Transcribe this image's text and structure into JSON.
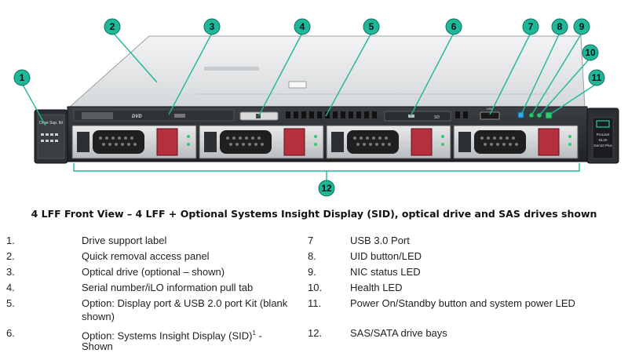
{
  "caption": "4 LFF Front View – 4 LFF + Optional Systems Insight Display (SID), optical drive and SAS drives shown",
  "callouts": [
    "1",
    "2",
    "3",
    "4",
    "5",
    "6",
    "7",
    "8",
    "9",
    "10",
    "11",
    "12"
  ],
  "panel_text": {
    "drive_support": "Drive Sup. lbl",
    "optical_a": "DVD",
    "optical_b": "DVD",
    "usb": "USB",
    "display_port": "SD",
    "sid_a": "ProLiant",
    "sid_b": "DL20",
    "sid_c": "Gen10 Plus"
  },
  "legend": {
    "left": [
      {
        "num": "1.",
        "text": "Drive support label"
      },
      {
        "num": "2.",
        "text": "Quick removal access panel"
      },
      {
        "num": "3.",
        "text": "Optical drive (optional – shown)"
      },
      {
        "num": "4.",
        "text": "Serial number/iLO information pull tab"
      },
      {
        "num": "5.",
        "text": "Option: Display port & USB 2.0 port Kit (blank",
        "text2": "shown)"
      },
      {
        "num": "6.",
        "text": "Option: Systems Insight Display (SID)",
        "sup": "1",
        "text_tail": " -",
        "text2": "Shown"
      }
    ],
    "right": [
      {
        "num": "7",
        "text": "USB 3.0 Port"
      },
      {
        "num": "8.",
        "text": "UID button/LED"
      },
      {
        "num": "9.",
        "text": "NIC status LED"
      },
      {
        "num": "10.",
        "text": "Health LED"
      },
      {
        "num": "11.",
        "text": "Power On/Standby button and system power LED"
      },
      {
        "num": "12.",
        "text": "SAS/SATA drive bays"
      }
    ]
  },
  "colors": {
    "callout": "#1fb79a",
    "drive_latch": "#b5303d",
    "led": "#2ecc71",
    "uid_led": "#3aa8e8"
  }
}
